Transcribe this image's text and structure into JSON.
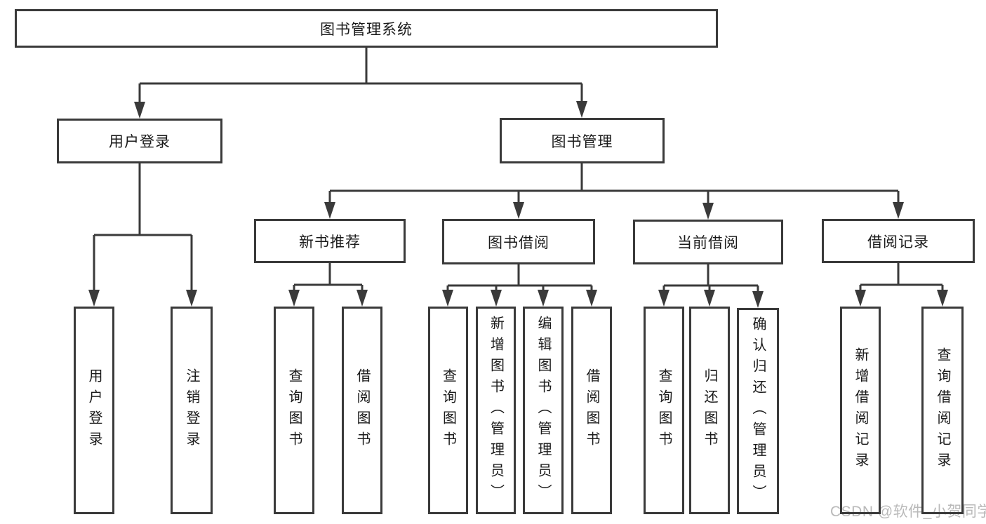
{
  "diagram": {
    "type": "hierarchy-tree",
    "tree": {
      "root": "图书管理系统",
      "l2": [
        {
          "label": "用户登录",
          "children": [
            "用户登录",
            "注销登录"
          ]
        },
        {
          "label": "图书管理",
          "children": [
            {
              "label": "新书推荐",
              "children": [
                "查询图书",
                "借阅图书"
              ]
            },
            {
              "label": "图书借阅",
              "children": [
                "查询图书",
                "新增图书（管理员）",
                "编辑图书（管理员）",
                "借阅图书"
              ]
            },
            {
              "label": "当前借阅",
              "children": [
                "查询图书",
                "归还图书",
                "确认归还（管理员）"
              ]
            },
            {
              "label": "借阅记录",
              "children": [
                "新增借阅记录",
                "查询借阅记录"
              ]
            }
          ]
        }
      ]
    },
    "watermark": "CSDN @软件_小贺同学",
    "colors": {
      "line": "#3a3a3a",
      "text": "#1a1a1a",
      "watermark": "#b9b9b9",
      "background": "#ffffff"
    }
  }
}
